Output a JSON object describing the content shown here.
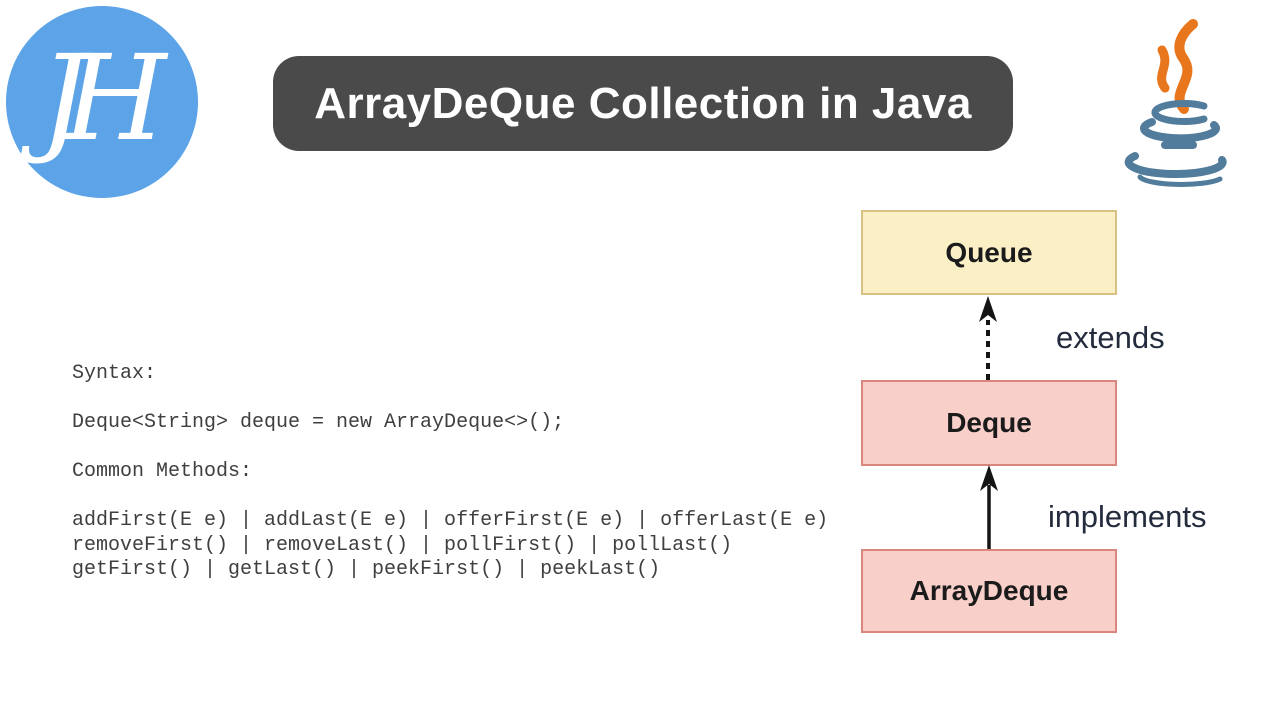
{
  "brand": {
    "monogram": "JH",
    "circle_color": "#5CA3E7"
  },
  "header": {
    "title": "ArrayDeQue Collection in Java",
    "bg_color": "#4A4A4A",
    "text_color": "#FFFFFF"
  },
  "java_logo": {
    "steam_color": "#E8761C",
    "cup_color": "#527C9C"
  },
  "code_panel": {
    "text_color": "#3F3F3F",
    "lines": [
      "Syntax:",
      "",
      "Deque<String> deque = new ArrayDeque<>();",
      "",
      "Common Methods:",
      "",
      "addFirst(E e) | addLast(E e) | offerFirst(E e) | offerLast(E e)",
      "removeFirst() | removeLast() | pollFirst() | pollLast()",
      "getFirst() | getLast() | peekFirst() | peekLast()"
    ]
  },
  "diagram": {
    "nodes": [
      {
        "label": "Queue",
        "fill": "#FBEFC6",
        "border": "#D9C183"
      },
      {
        "label": "Deque",
        "fill": "#F8CFC9",
        "border": "#D8867E"
      },
      {
        "label": "ArrayDeque",
        "fill": "#F8CFC9",
        "border": "#D8867E"
      }
    ],
    "edges": [
      {
        "label": "extends",
        "style": "dashed"
      },
      {
        "label": "implements",
        "style": "solid"
      }
    ],
    "edge_label_color": "#232B3D",
    "arrow_color": "#141414"
  }
}
